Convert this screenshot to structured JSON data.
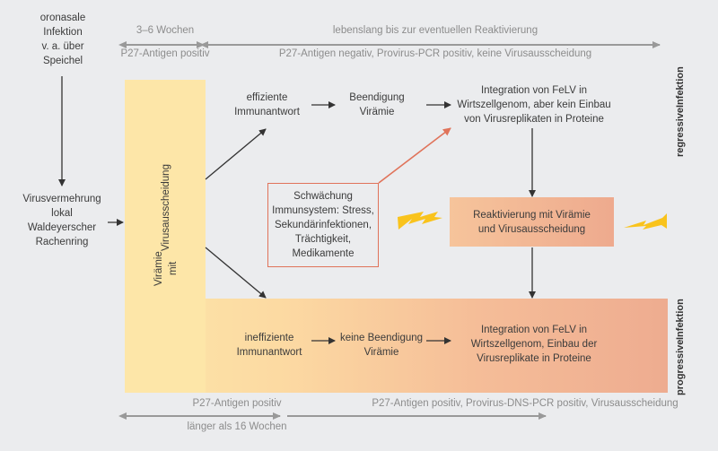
{
  "colors": {
    "background": "#ebecee",
    "band_yellow": "#fde6a8",
    "band_orange_end": "#eeac90",
    "reactivation_box": "#f1b494",
    "stress_border": "#e0735a",
    "lightning": "#f9c31c",
    "timeline_grey": "#8c8c8c",
    "arrow_dark": "#333333"
  },
  "start": {
    "infection": "oronasale Infektion v. a. über Speichel",
    "infection_lines": [
      "oronasale",
      "Infektion",
      "v. a. über",
      "Speichel"
    ],
    "replication_lines": [
      "Virusvermehrung",
      "lokal",
      "Waldeyerscher",
      "Rachenring"
    ]
  },
  "viremia_band": {
    "lines": [
      "Virämie mit",
      "Virusausscheidung"
    ]
  },
  "timeline_top": {
    "left": {
      "above": "3–6 Wochen",
      "below": "P27-Antigen positiv"
    },
    "right": {
      "above": "lebenslang bis zur eventuellen Reaktivierung",
      "below": "P27-Antigen negativ, Provirus-PCR positiv, keine Virusausscheidung"
    }
  },
  "regressive": {
    "label_lines": [
      "regressive",
      "Infektion"
    ],
    "step1_lines": [
      "effiziente",
      "Immunantwort"
    ],
    "step2_lines": [
      "Beendigung",
      "Virämie"
    ],
    "step3_lines": [
      "Integration von FeLV in",
      "Wirtszellgenom, aber kein Einbau",
      "von Virusreplikaten in Proteine"
    ]
  },
  "stress_box": {
    "lines": [
      "Schwächung",
      "Immunsystem: Stress,",
      "Sekundärinfektionen,",
      "Trächtigkeit,",
      "Medikamente"
    ]
  },
  "reactivation": {
    "lines": [
      "Reaktivierung mit Virämie",
      "und Virusausscheidung"
    ]
  },
  "progressive": {
    "label_lines": [
      "progressive",
      "Infektion"
    ],
    "step1_lines": [
      "ineffiziente",
      "Immunantwort"
    ],
    "step2_lines": [
      "keine Beendigung",
      "Virämie"
    ],
    "step3_lines": [
      "Integration von FeLV in",
      "Wirtszellgenom, Einbau der",
      "Virusreplikate in Proteine"
    ]
  },
  "timeline_bottom": {
    "left": {
      "above": "P27-Antigen positiv",
      "below": "länger als 16 Wochen"
    },
    "right": {
      "above": "P27-Antigen positiv, Provirus-DNS-PCR positiv, Virusausscheidung"
    }
  }
}
